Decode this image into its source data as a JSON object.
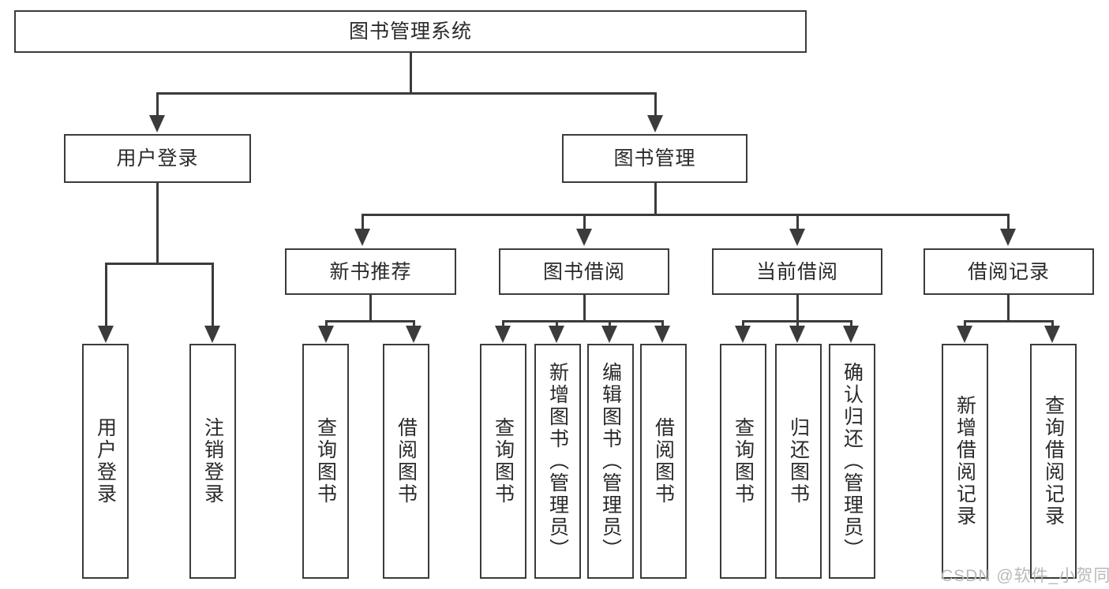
{
  "diagram": {
    "title": "图书管理系统",
    "type": "tree-hierarchy-diagram",
    "root": {
      "id": "root",
      "label": "图书管理系统"
    },
    "level2": [
      {
        "id": "user-login",
        "label": "用户登录"
      },
      {
        "id": "book-management",
        "label": "图书管理"
      }
    ],
    "level3": [
      {
        "id": "new-book-recommend",
        "label": "新书推荐",
        "parent": "book-management"
      },
      {
        "id": "book-borrow",
        "label": "图书借阅",
        "parent": "book-management"
      },
      {
        "id": "current-borrow",
        "label": "当前借阅",
        "parent": "book-management"
      },
      {
        "id": "borrow-record",
        "label": "借阅记录",
        "parent": "book-management"
      }
    ],
    "leaves": {
      "user_login": [
        {
          "id": "leaf-user-login",
          "label": "用户登录"
        },
        {
          "id": "leaf-logout-login",
          "label": "注销登录"
        }
      ],
      "new_book_recommend": [
        {
          "id": "leaf-query-book-1",
          "label": "查询图书"
        },
        {
          "id": "leaf-borrow-book-1",
          "label": "借阅图书"
        }
      ],
      "book_borrow": [
        {
          "id": "leaf-query-book-2",
          "label": "查询图书"
        },
        {
          "id": "leaf-add-book",
          "label": "新增图书（管理员）"
        },
        {
          "id": "leaf-edit-book",
          "label": "编辑图书（管理员）"
        },
        {
          "id": "leaf-borrow-book-2",
          "label": "借阅图书"
        }
      ],
      "current_borrow": [
        {
          "id": "leaf-query-book-3",
          "label": "查询图书"
        },
        {
          "id": "leaf-return-book",
          "label": "归还图书"
        },
        {
          "id": "leaf-confirm-return",
          "label": "确认归还（管理员）"
        }
      ],
      "borrow_record": [
        {
          "id": "leaf-add-record",
          "label": "新增借阅记录"
        },
        {
          "id": "leaf-query-record",
          "label": "查询借阅记录"
        }
      ]
    },
    "watermark": "CSDN @软件_小贺同学",
    "colors": {
      "stroke": "#3b3b3b",
      "fill": "#ffffff",
      "text": "#2a2a2a",
      "watermark": "#b9b9b9"
    }
  }
}
